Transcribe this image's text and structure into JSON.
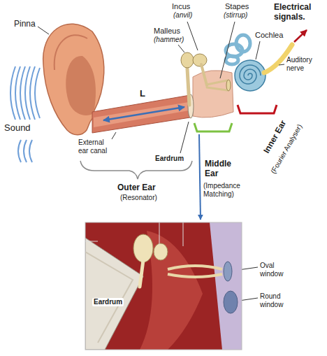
{
  "diagram": {
    "labels": [
      "Pinna",
      "Incus",
      "(anvil)",
      "Malleus",
      "(hammer)",
      "Stapes",
      "(stirrup)",
      "Electrical signals.",
      "Cochlea",
      "Auditory nerve",
      "Sound",
      "L",
      "External ear canal",
      "Eardrum",
      "Middle Ear",
      "(Impedance Matching)",
      "Inner Ear",
      "(Fourier Analyser)",
      "Outer Ear",
      "(Resonator)",
      "Eardrum",
      "Oval window",
      "Round window"
    ]
  }
}
